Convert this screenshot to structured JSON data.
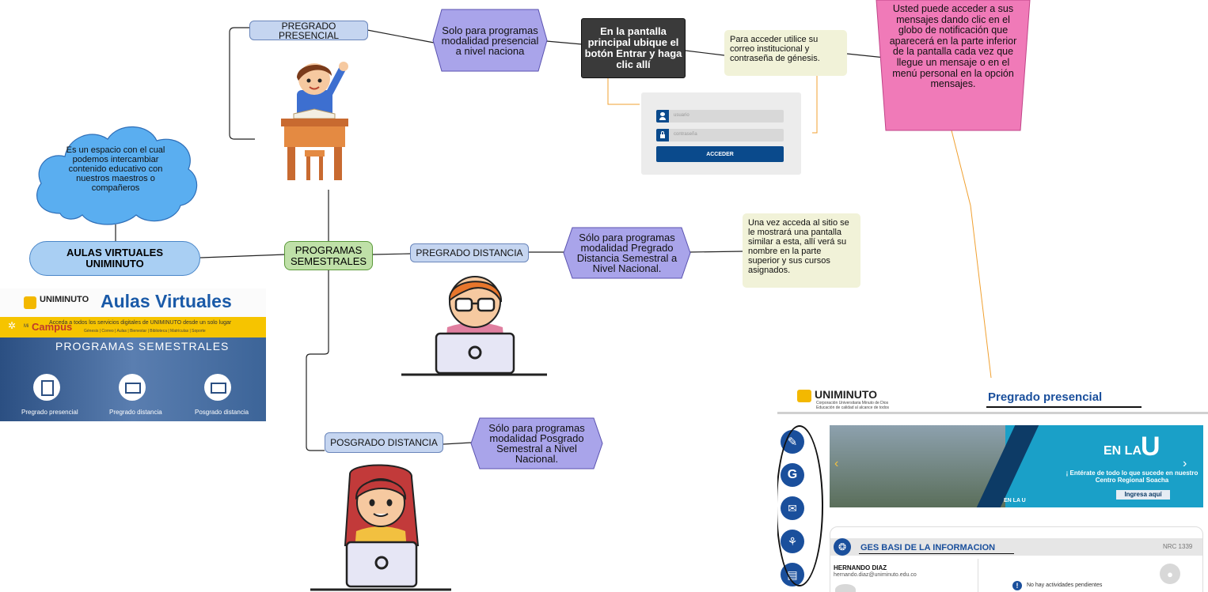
{
  "main": {
    "title": "AULAS VIRTUALES\nUNIMINUTO",
    "cloud_text": "Es un espacio con el cual podemos intercambiar contenido educativo con nuestros maestros o compañeros",
    "center": "PROGRAMAS\nSEMESTRALES"
  },
  "branches": {
    "presencial": {
      "label": "PREGRADO\nPRESENCIAL",
      "hex": "Solo para programas modalidad presencial a nivel naciona",
      "dark_box": "En la pantalla principal ubique el botón Entrar y haga clic allí",
      "note": "Para acceder utilice su correo institucional y contraseña de génesis.",
      "pink": "Usted puede acceder a sus mensajes dando clic en el globo de notificación que aparecerá en la parte inferior de la pantalla cada vez que llegue un mensaje o en el menú personal en la opción mensajes."
    },
    "distancia": {
      "label": "PREGRADO DISTANCIA",
      "hex": "Sólo para programas modalidad Pregrado Distancia Semestral a Nivel Nacional.",
      "note": "Una vez acceda al sitio se le mostrará una pantalla similar a esta, allí verá su nombre en la parte superior y sus cursos asignados."
    },
    "posgrado": {
      "label": "POSGRADO DISTANCIA",
      "hex": "Sólo para programas modalidad Posgrado Semestral a Nivel Nacional."
    }
  },
  "login_form": {
    "user_placeholder": "usuario",
    "pass_placeholder": "contraseña",
    "button": "ACCEDER"
  },
  "banner": {
    "brand": "UNIMINUTO",
    "title": "Aulas Virtuales",
    "campus": "Campus",
    "campus_prefix": "Mi",
    "tagline": "Acceda a todos los servicios digitales de UNIMINUTO desde un solo lugar",
    "sublinks": "Génesis | Correo | Aulas | Bienestar | Biblioteca | Matrículas | Soporte",
    "heading": "PROGRAMAS SEMESTRALES",
    "items": [
      "Pregrado presencial",
      "Pregrado distancia",
      "Posgrado distancia"
    ]
  },
  "portal": {
    "brand": "UNIMINUTO",
    "brand_sub": "Corporación Universitaria Minuto de Dios",
    "brand_sub2": "Educación de calidad al alcance de todos",
    "title": "Pregrado presencial",
    "slide_brand": "EN LA",
    "slide_brand_letter": "U",
    "slide_text": "¡ Entérate de todo lo que sucede en nuestro Centro Regional Soacha",
    "slide_button": "Ingresa aquí",
    "slide_footer": "EN LA U",
    "course_title": "GES BASI DE LA INFORMACION",
    "nrc": "NRC 1339",
    "teacher_name": "HERNANDO DIAZ",
    "teacher_email": "hernando.diaz@uniminuto.edu.co",
    "no_activities": "No hay actividades pendientes"
  },
  "colors": {
    "pill": "#c5d5f0",
    "hex": "#a9a4ea",
    "dark": "#3a3a3a",
    "note": "#f1f2d8",
    "pink": "#f07ab8",
    "cloud": "#5aaef0",
    "center": "#bfe0a8",
    "accent_blue": "#0a4a8c",
    "orange": "#f0a030"
  }
}
